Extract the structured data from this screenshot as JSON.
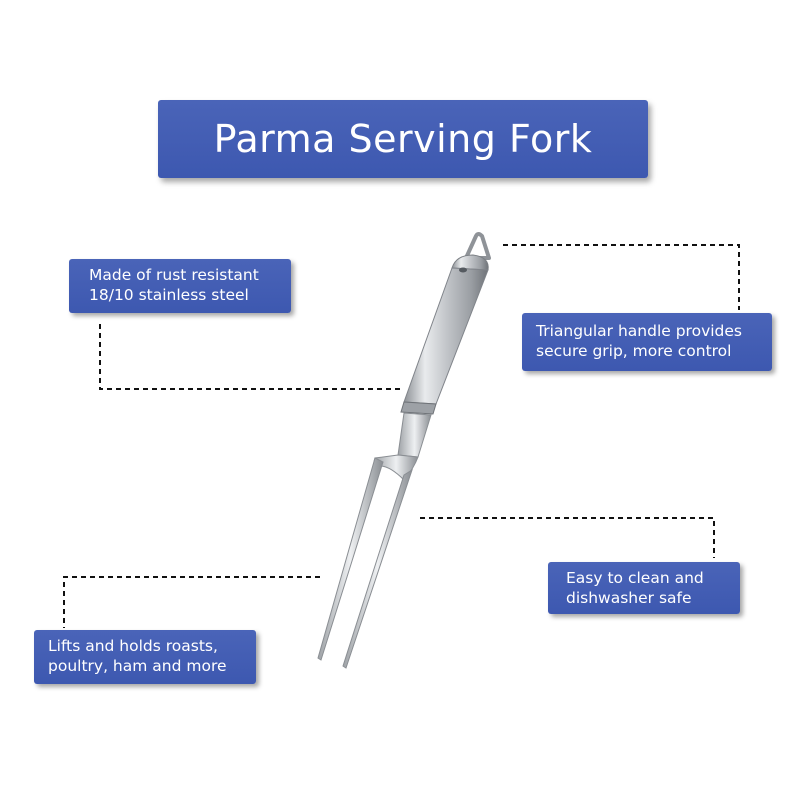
{
  "title": "Parma Serving Fork",
  "callouts": {
    "material": {
      "line1": "Made of rust resistant",
      "line2": "18/10 stainless steel"
    },
    "handle": {
      "line1": "Triangular handle provides",
      "line2": "secure grip, more control"
    },
    "clean": {
      "line1": "Easy to clean and",
      "line2": "dishwasher safe"
    },
    "use": {
      "line1": "Lifts and holds roasts,",
      "line2": "poultry, ham and more"
    }
  },
  "colors": {
    "box_blue": "#3f5ab2",
    "text": "#ffffff",
    "leader_line": "#111111",
    "steel": "#c4c7cb"
  },
  "product_image": "stainless-steel-serving-fork"
}
